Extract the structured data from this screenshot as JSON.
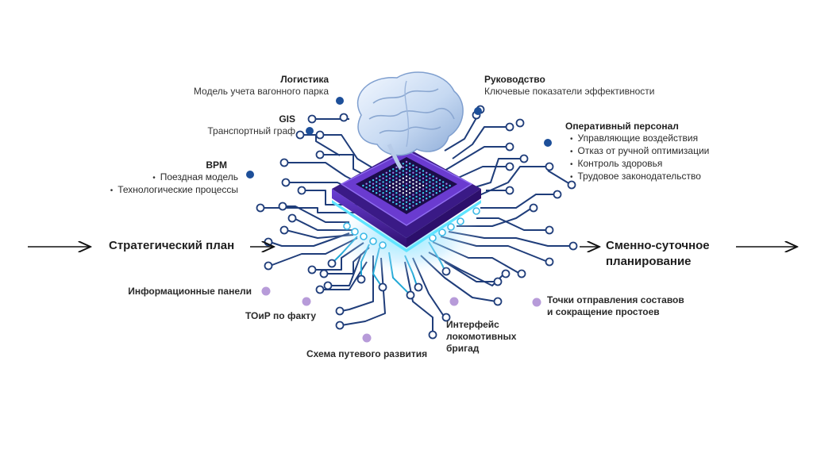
{
  "colors": {
    "trace": "#1f3d7a",
    "trace_cyan": "#21a8d6",
    "dot_blue": "#1d4f99",
    "dot_violet": "#b79bd9",
    "chip_purple": "#4a1f9e",
    "chip_glow": "#5fe4ff"
  },
  "labels": {
    "logistics": {
      "title": "Логистика",
      "sub": "Модель учета вагонного парка"
    },
    "gis": {
      "title": "GIS",
      "sub": "Транспортный граф"
    },
    "bpm": {
      "title": "BPM",
      "items": [
        "Поездная модель",
        "Технологические процессы"
      ]
    },
    "management": {
      "title": "Руководство",
      "sub": "Ключевые показатели эффективности"
    },
    "operational": {
      "title": "Оперативный персонал",
      "items": [
        "Управляющие воздействия",
        "Отказ от ручной оптимизации",
        "Контроль здоровья",
        "Трудовое законодательство"
      ]
    }
  },
  "flow": {
    "left": "Стратегический план",
    "right_line1": "Сменно-суточное",
    "right_line2": "планирование"
  },
  "outputs": {
    "info_panels": "Информационные панели",
    "toir": "ТОиР по факту",
    "track_scheme": "Схема путевого развития",
    "loco_line1": "Интерфейс",
    "loco_line2": "локомотивных",
    "loco_line3": "бригад",
    "dispatch_line1": "Точки отправления составов",
    "dispatch_line2": "и сокращение простоев"
  },
  "icons": {
    "center_top": "brain-icon",
    "center": "processor-chip-icon"
  }
}
